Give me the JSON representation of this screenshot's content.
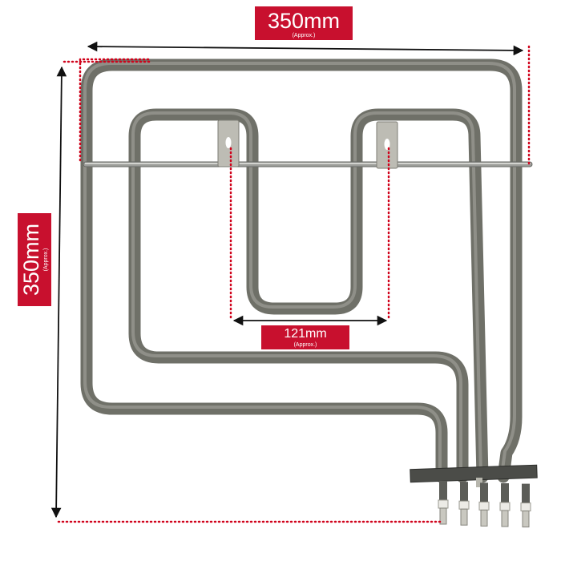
{
  "colors": {
    "accent": "#c8102e",
    "element_metal": "#6f7068",
    "element_highlight": "#a9aaa2",
    "guide_dots": "#d0021b",
    "arrow_line": "#111111",
    "background": "#ffffff"
  },
  "dimensions": {
    "width_label": "350mm",
    "width_note": "(Approx.)",
    "height_label": "350mm",
    "height_note": "(Approx.)",
    "inner_label": "121mm",
    "inner_note": "(Approx.)"
  },
  "product": {
    "subject": "oven-grill-heating-element"
  }
}
